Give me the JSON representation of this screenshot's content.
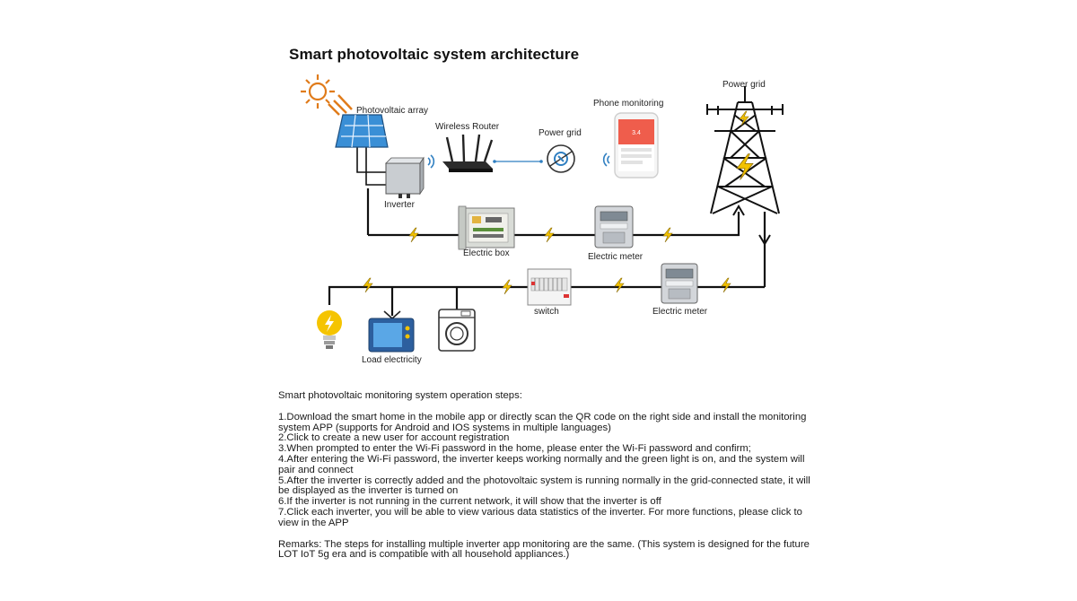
{
  "title": "Smart photovoltaic system architecture",
  "labels": {
    "photovoltaic_array": "Photovoltaic array",
    "wireless_router": "Wireless Router",
    "power_grid_icon": "Power grid",
    "phone_monitoring": "Phone monitoring",
    "power_grid_tower": "Power grid",
    "inverter": "Inverter",
    "electric_box": "Electric box",
    "electric_meter_top": "Electric meter",
    "switch": "switch",
    "electric_meter_bottom": "Electric meter",
    "load_electricity": "Load electricity"
  },
  "phone_screen_value": "3.4",
  "steps": {
    "heading": "Smart photovoltaic monitoring system operation steps:",
    "items": [
      "1.Download the smart home in the mobile app or directly scan the QR code on the right side and install the monitoring system APP (supports for Android and IOS systems in multiple languages)",
      "2.Click to create a new user for account registration",
      "3.When prompted to enter the Wi-Fi password in the home, please enter the Wi-Fi password and confirm;",
      "4.After entering the Wi-Fi password, the inverter keeps working normally and the green light is on, and the system will pair and connect",
      "5.After the inverter is correctly added and the photovoltaic system is running normally in the grid-connected state, it will be displayed as the inverter is turned on",
      "6.If the inverter is not running in the current network, it will show that the inverter is off",
      "7.Click each inverter, you will be able to view various data statistics of the inverter. For more functions, please click to view in the APP"
    ],
    "remarks": "Remarks: The steps for installing multiple inverter app monitoring are the same. (This system is designed for the future LOT IoT 5g era and is compatible with all household appliances.)"
  },
  "colors": {
    "line": "#111111",
    "bolt": "#f2c200",
    "sun": "#e07b1a",
    "panel": "#3a8fd6",
    "phone_accent": "#ef5d4c",
    "tv": "#2d5f9e",
    "bulb": "#f5c400",
    "link_blue": "#2f7fc1"
  }
}
